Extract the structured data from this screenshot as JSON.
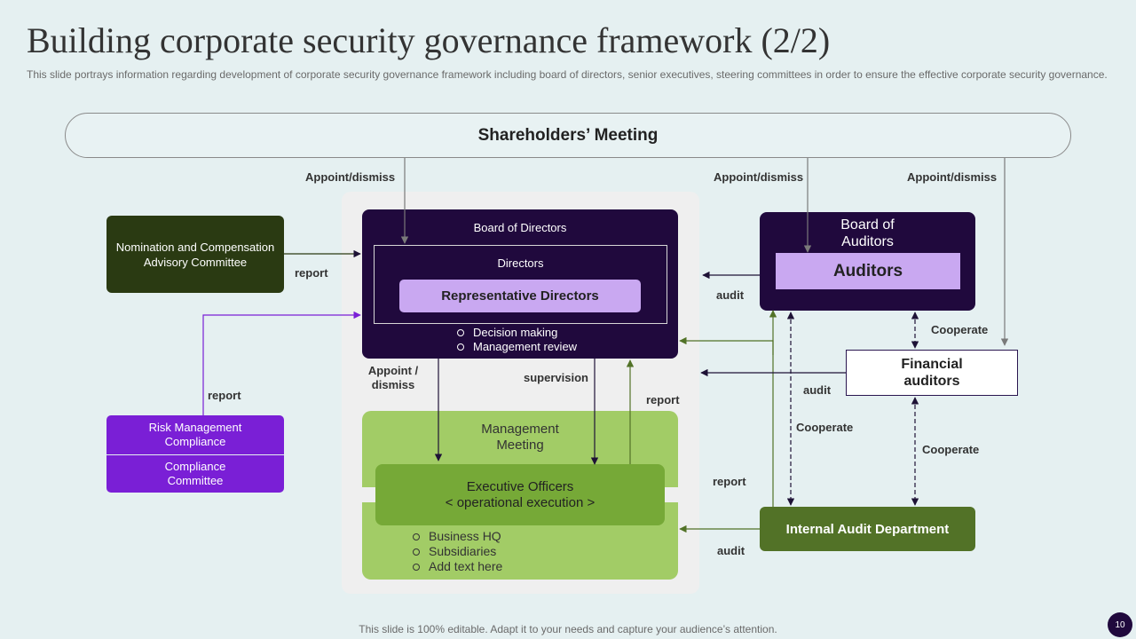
{
  "header": {
    "title": "Building corporate security governance framework (2/2)",
    "subtitle": "This slide portrays information regarding development of corporate security governance framework including board of directors, senior executives, steering committees in order to ensure the effective corporate security governance."
  },
  "diagram": {
    "shareholders": "Shareholders’ Meeting",
    "nomination_committee": "Nomination and Compensation Advisory Committee",
    "risk_management": "Risk Management Compliance",
    "compliance_committee": "Compliance Committee",
    "board_of_directors": {
      "title": "Board of Directors",
      "directors": "Directors",
      "representative_directors": "Representative Directors",
      "bullets": [
        "Decision making",
        "Management review"
      ]
    },
    "management_meeting": {
      "title": "Management Meeting",
      "executive_officers": "Executive Officers",
      "executive_sub": "< operational execution >",
      "bullets": [
        "Business HQ",
        "Subsidiaries",
        "Add text here"
      ]
    },
    "board_of_auditors": {
      "title": "Board of Auditors",
      "auditors": "Auditors"
    },
    "financial_auditors": "Financial auditors",
    "internal_audit": "Internal Audit Department",
    "labels": {
      "appoint_dismiss_1": "Appoint/dismiss",
      "appoint_dismiss_2": "Appoint/dismiss",
      "appoint_dismiss_3": "Appoint/dismiss",
      "report_nomination": "report",
      "report_risk": "report",
      "appoint_dismiss_exec": "Appoint / dismiss",
      "supervision": "supervision",
      "report_exec": "report",
      "audit_bod": "audit",
      "cooperate_1": "Cooperate",
      "audit_fin": "audit",
      "cooperate_2": "Cooperate",
      "cooperate_3": "Cooperate",
      "report_iad": "report",
      "audit_iad": "audit"
    },
    "colors": {
      "dark_purple": "#20093d",
      "light_purple": "#c9a8f1",
      "violet": "#7a1fd6",
      "dark_green": "#2a3a12",
      "green": "#527227",
      "light_green": "#a2cc66"
    }
  },
  "footer": {
    "note": "This slide is 100% editable. Adapt it to your needs and capture your audience’s attention.",
    "page": "10"
  }
}
